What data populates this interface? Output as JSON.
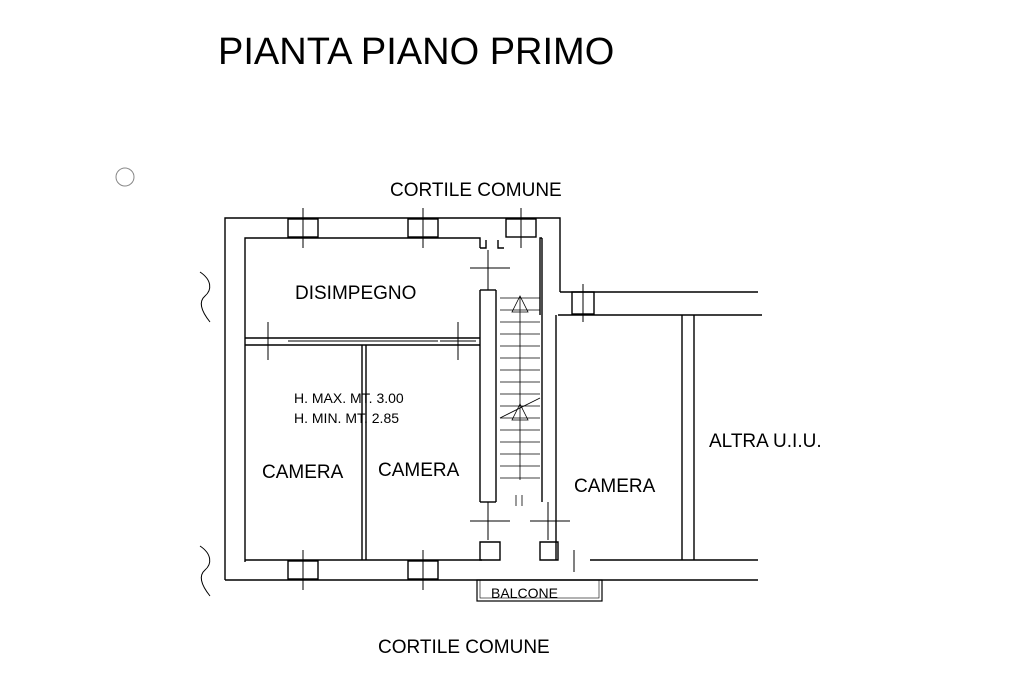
{
  "title": "PIANTA PIANO PRIMO",
  "surroundings": {
    "north": "CORTILE COMUNE",
    "south": "CORTILE COMUNE",
    "east": "ALTRA U.I.U."
  },
  "rooms": {
    "hallway": "DISIMPEGNO",
    "bedroom_left": "CAMERA",
    "bedroom_center": "CAMERA",
    "bedroom_right": "CAMERA",
    "balcony": "BALCONE"
  },
  "heights": {
    "max": "H. MAX. MT. 3.00",
    "min": "H. MIN. MT. 2.85"
  },
  "colors": {
    "line": "#000000",
    "background": "#ffffff"
  }
}
